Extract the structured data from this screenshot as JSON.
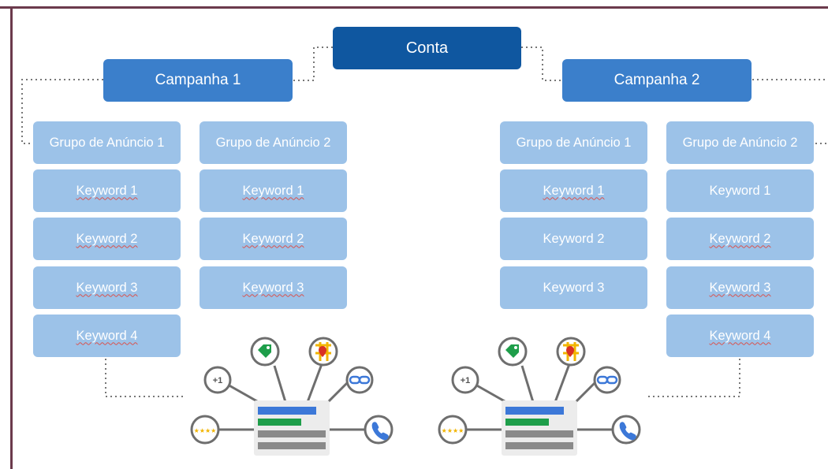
{
  "account": {
    "label": "Conta"
  },
  "campaigns": [
    {
      "label": "Campanha 1",
      "ad_groups": [
        {
          "label": "Grupo de Anúncio 1",
          "keywords": [
            "Keyword 1",
            "Keyword 2",
            "Keyword 3",
            "Keyword 4"
          ]
        },
        {
          "label": "Grupo de Anúncio 2",
          "keywords": [
            "Keyword 1",
            "Keyword 2",
            "Keyword 3"
          ]
        }
      ]
    },
    {
      "label": "Campanha 2",
      "ad_groups": [
        {
          "label": "Grupo de Anúncio 1",
          "keywords": [
            "Keyword 1",
            "Keyword 2",
            "Keyword 3"
          ]
        },
        {
          "label": "Grupo de Anúncio 2",
          "keywords": [
            "Keyword 1",
            "Keyword 2",
            "Keyword 3",
            "Keyword 4"
          ]
        }
      ]
    }
  ],
  "ad_extensions": {
    "plus_one": "+1",
    "icons": [
      "plus-one-icon",
      "tag-icon",
      "map-pin-icon",
      "link-icon",
      "phone-icon",
      "rating-stars-icon"
    ]
  },
  "colors": {
    "account": "#0f57a0",
    "campaign": "#3b7fcb",
    "ad_group": "#9cc2e8",
    "frame": "#6b3a4c",
    "ad_title": "#3c78d8",
    "ad_url": "#1e9e4a",
    "ad_text": "#8a8a8a"
  }
}
